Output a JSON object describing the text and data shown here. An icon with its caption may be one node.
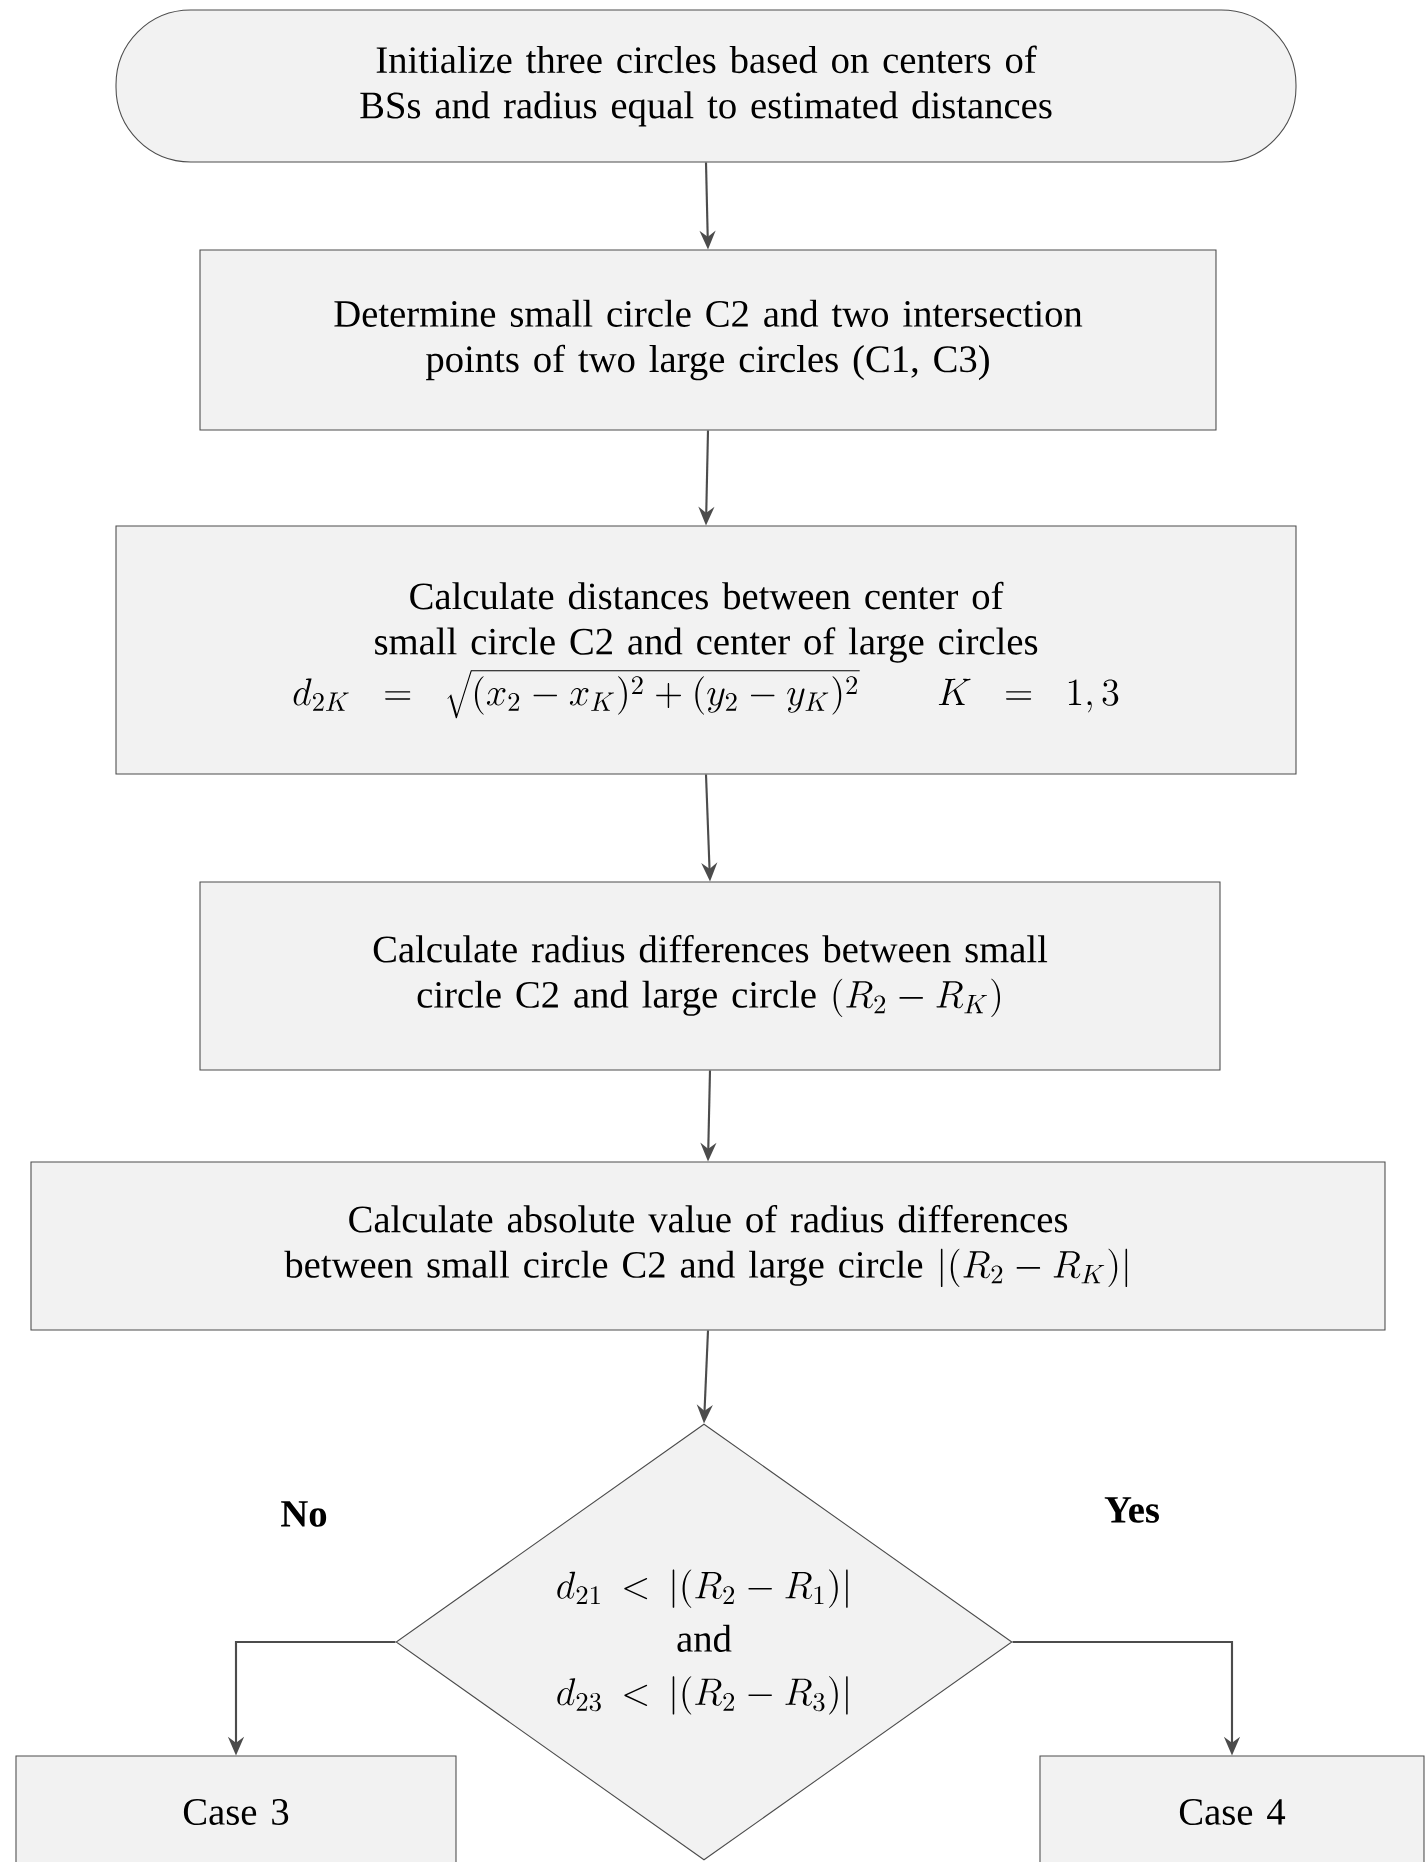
{
  "diagram": {
    "nodes": [
      {
        "text": [
          "Initialize three circles based on centers of BSs and radius equal to estimated distances"
        ]
      },
      {
        "text": [
          "Determine small circle C2 and two intersection points of two large circles (C1, C3)"
        ]
      },
      {
        "text": [
          "Calculate distances between center of small circle C2 and center of large circles",
          "d_{2K}=\\sqrt{(x_2-x_K)^2+(y_2-y_K)^2}",
          "K=1,3"
        ]
      },
      {
        "text": [
          "Calculate radius differences between small circle C2 and large circle",
          "\\left(R_2-R_K\\right)"
        ]
      },
      {
        "text": [
          "Calculate absolute value of radius differences between small circle C2 and large circle",
          "\\left|\\left(R_2-R_K\\right)\\right|"
        ]
      },
      {
        "text": [
          "d_{21}<\\left|\\left(R_2-R_1\\right)\\right|",
          "and",
          "d_{23}<\\left|\\left(R_2-R_3\\right)\\right|"
        ]
      },
      {
        "text": [
          "Case 3"
        ]
      },
      {
        "text": [
          "Case 4"
        ]
      }
    ],
    "edges": [
      {
        "from": 0,
        "to": 1,
        "arrow": "to"
      },
      {
        "from": 1,
        "to": 2,
        "arrow": "to"
      },
      {
        "from": 2,
        "to": 3,
        "arrow": "to"
      },
      {
        "from": 3,
        "to": 4,
        "arrow": "to"
      },
      {
        "from": 4,
        "to": 5,
        "arrow": "to"
      },
      {
        "from": 5,
        "to": 6,
        "arrow": "to",
        "label": "No"
      },
      {
        "from": 5,
        "to": 7,
        "arrow": "to",
        "label": "Yes"
      }
    ]
  }
}
